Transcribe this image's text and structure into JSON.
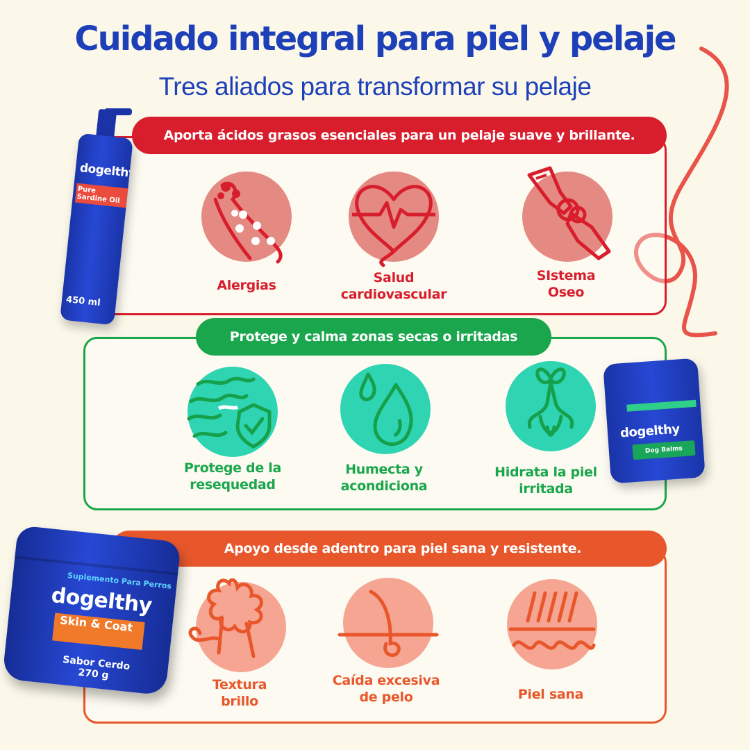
{
  "header": {
    "title": "Cuidado integral para piel y pelaje",
    "subtitle": "Tres aliados para transformar su pelaje"
  },
  "colors": {
    "brand_blue": "#1d40b9",
    "red": "#d81e2d",
    "green": "#1aa64c",
    "orange": "#e8572b",
    "background": "#fbf8ea"
  },
  "sections": [
    {
      "banner": "Aporta ácidos grasos esenciales para un pelaje suave y brillante.",
      "items": [
        {
          "icon": "allergy-paw-icon",
          "label_lines": [
            "Alergias"
          ]
        },
        {
          "icon": "heart-pulse-icon",
          "label_lines": [
            "Salud",
            "cardiovascular"
          ]
        },
        {
          "icon": "bone-joint-icon",
          "label_lines": [
            "SIstema",
            "Oseo"
          ]
        }
      ]
    },
    {
      "banner": "Protege y calma zonas secas o irritadas",
      "items": [
        {
          "icon": "shield-check-icon",
          "label_lines": [
            "Protege de la",
            "resequedad"
          ]
        },
        {
          "icon": "water-drops-icon",
          "label_lines": [
            "Humecta y",
            "acondiciona"
          ]
        },
        {
          "icon": "ribbon-skin-icon",
          "label_lines": [
            "Hidrata la piel",
            "irritada"
          ]
        }
      ]
    },
    {
      "banner": "Apoyo desde adentro para piel sana y resistente.",
      "items": [
        {
          "icon": "curly-dog-icon",
          "label_lines": [
            "Textura",
            "brillo"
          ]
        },
        {
          "icon": "hair-follicle-icon",
          "label_lines": [
            "Caída excesiva",
            "de pelo"
          ]
        },
        {
          "icon": "healthy-skin-icon",
          "label_lines": [
            "Piel sana"
          ]
        }
      ]
    }
  ],
  "products": {
    "oil": {
      "brand": "dogelthy",
      "name": "Pure Sardine Oil",
      "volume": "450 ml"
    },
    "balm": {
      "brand": "dogelthy",
      "name": "Dog Balms"
    },
    "powder": {
      "brand": "dogelthy",
      "top": "Suplemento Para Perros",
      "name_lines": [
        "Skin & Coat"
      ],
      "flavor": "Sabor Cerdo",
      "weight": "270 g"
    }
  }
}
